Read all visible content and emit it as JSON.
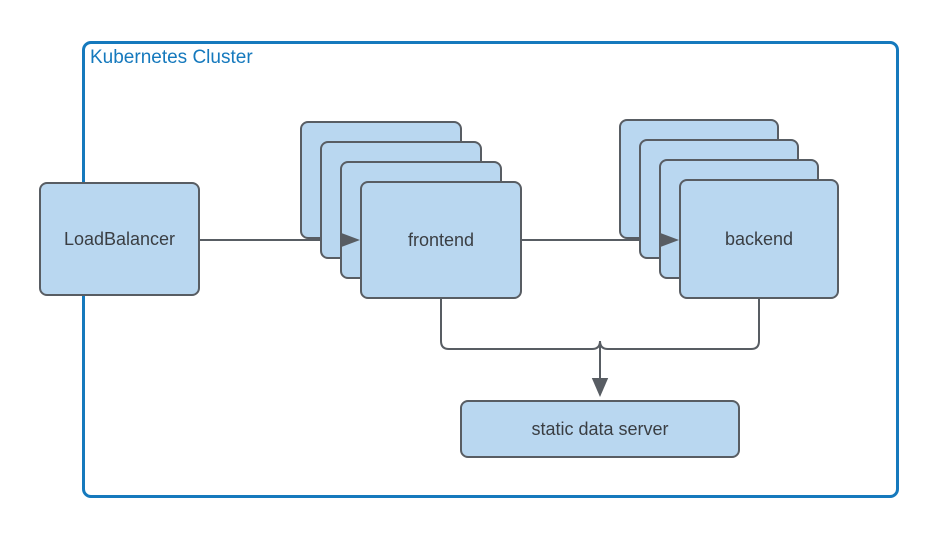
{
  "diagram": {
    "type": "architecture-diagram",
    "cluster": {
      "label": "Kubernetes Cluster"
    },
    "nodes": [
      {
        "id": "loadbalancer",
        "label": "LoadBalancer",
        "replicas": 1
      },
      {
        "id": "frontend",
        "label": "frontend",
        "replicas": 4
      },
      {
        "id": "backend",
        "label": "backend",
        "replicas": 4
      },
      {
        "id": "static-data-server",
        "label": "static data server",
        "replicas": 1
      }
    ],
    "connectors": [
      {
        "from": "loadbalancer",
        "to": "frontend",
        "arrow": true
      },
      {
        "from": "frontend",
        "to": "backend",
        "arrow": true
      },
      {
        "from": "frontend",
        "to": "static-data-server",
        "arrow": true,
        "merged_with": "backend"
      },
      {
        "from": "backend",
        "to": "static-data-server",
        "arrow": true,
        "merged_with": "frontend"
      }
    ],
    "colors": {
      "background": "#ffffff",
      "node_fill": "#b9d7f0",
      "node_border": "#585d63",
      "node_text": "#3a3e43",
      "cluster_border": "#1579bd",
      "cluster_label_text": "#1579bd",
      "connector": "#585d63"
    }
  }
}
